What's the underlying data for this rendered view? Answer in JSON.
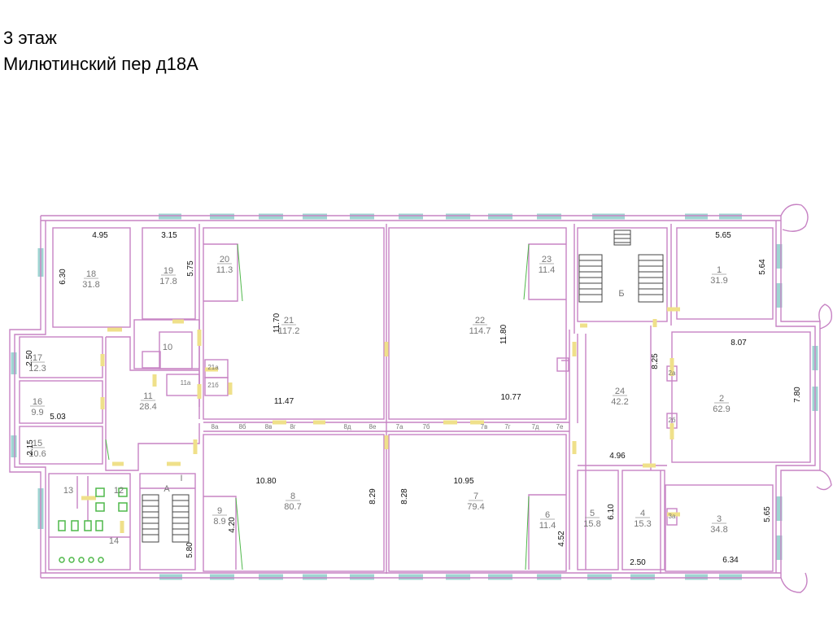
{
  "header": {
    "line1": "3 этаж",
    "line2": "Милютинский пер д18А"
  },
  "colors": {
    "wall": "#c783c4",
    "window": "#9fd5d2",
    "door": "#efe08a",
    "fixture": "#4fb84a",
    "text": "#111111"
  },
  "rooms": [
    {
      "id": "18",
      "area": "31.8"
    },
    {
      "id": "19",
      "area": "17.8"
    },
    {
      "id": "20",
      "area": "11.3"
    },
    {
      "id": "21",
      "area": "117.2"
    },
    {
      "id": "22",
      "area": "114.7"
    },
    {
      "id": "23",
      "area": "11.4"
    },
    {
      "id": "1",
      "area": "31.9"
    },
    {
      "id": "17",
      "area": "12.3"
    },
    {
      "id": "16",
      "area": "9.9"
    },
    {
      "id": "15",
      "area": "10.6"
    },
    {
      "id": "11",
      "area": "28.4"
    },
    {
      "id": "24",
      "area": "42.2"
    },
    {
      "id": "2",
      "area": "62.9"
    },
    {
      "id": "8",
      "area": "80.7"
    },
    {
      "id": "7",
      "area": "79.4"
    },
    {
      "id": "9",
      "area": "8.9"
    },
    {
      "id": "6",
      "area": "11.4"
    },
    {
      "id": "5",
      "area": "15.8"
    },
    {
      "id": "4",
      "area": "15.3"
    },
    {
      "id": "3",
      "area": "34.8"
    }
  ],
  "labels": [
    "10",
    "11а",
    "21а",
    "21б",
    "13",
    "12",
    "14",
    "А",
    "Б",
    "I",
    "8а",
    "8б",
    "8в",
    "8г",
    "8д",
    "8е",
    "7а",
    "7б",
    "7в",
    "7г",
    "7д",
    "7е",
    "2а",
    "2б",
    "3а"
  ],
  "dimensions": [
    "4.95",
    "3.15",
    "6.30",
    "5.75",
    "11.70",
    "11.80",
    "5.65",
    "5.64",
    "2.50",
    "5.03",
    "2.15",
    "11.47",
    "10.77",
    "8.25",
    "8.07",
    "7.80",
    "10.80",
    "10.95",
    "8.29",
    "8.28",
    "4.96",
    "4.20",
    "4.52",
    "6.10",
    "5.65",
    "5.80",
    "2.50",
    "6.34"
  ]
}
